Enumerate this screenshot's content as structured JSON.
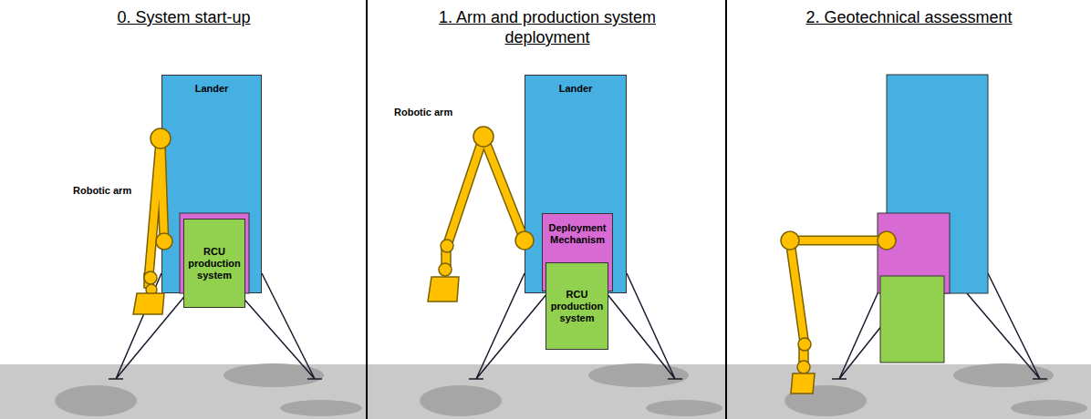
{
  "diagram": {
    "nodes": [
      {
        "text": [
          "0. System start-up"
        ]
      },
      {
        "text": [
          "Lander"
        ],
        "in": 0
      },
      {
        "text": [
          "RCU production system"
        ],
        "in": 0
      },
      {
        "text": [
          "1. Arm and production system deployment"
        ]
      },
      {
        "text": [
          "Lander"
        ],
        "in": 3
      },
      {
        "text": [
          "Deployment Mechanism"
        ],
        "in": 3
      },
      {
        "text": [
          "RCU production system"
        ],
        "in": 3
      },
      {
        "text": [
          "2. Geotechnical assessment"
        ]
      }
    ],
    "labels": [
      "Robotic arm",
      "Robotic arm"
    ]
  }
}
